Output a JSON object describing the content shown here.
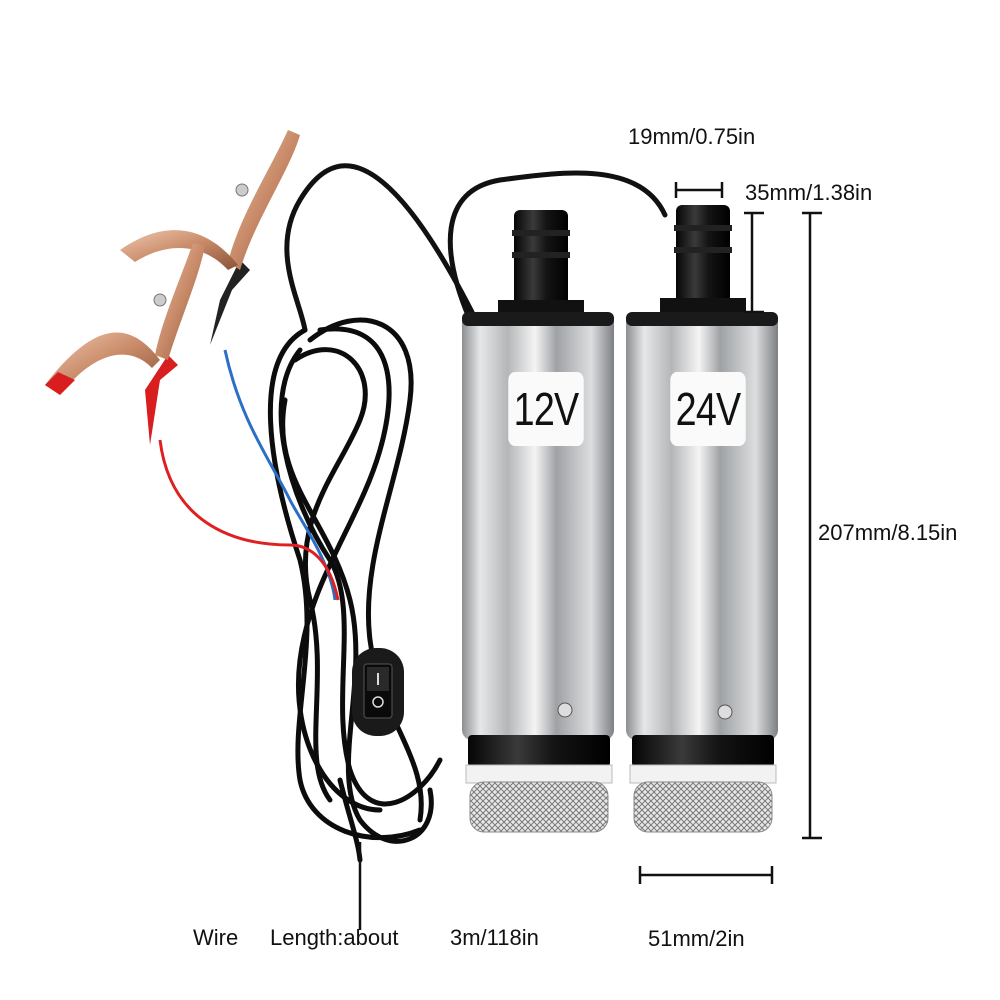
{
  "pumps": [
    {
      "voltage_label": "12V"
    },
    {
      "voltage_label": "24V"
    }
  ],
  "dimensions": {
    "outlet_width": "19mm/0.75in",
    "outlet_height": "35mm/1.38in",
    "total_height": "207mm/8.15in",
    "diameter": "51mm/2in"
  },
  "wire": {
    "label": "Wire",
    "length_label": "Length:about",
    "length_value": "3m/118in"
  },
  "colors": {
    "cable": "#111111",
    "clamp_copper": "#c98a6a",
    "clamp_red": "#d81e1e",
    "wire_blue": "#2c6fc6",
    "wire_red": "#e02020",
    "steel": "#c9cbcd"
  }
}
